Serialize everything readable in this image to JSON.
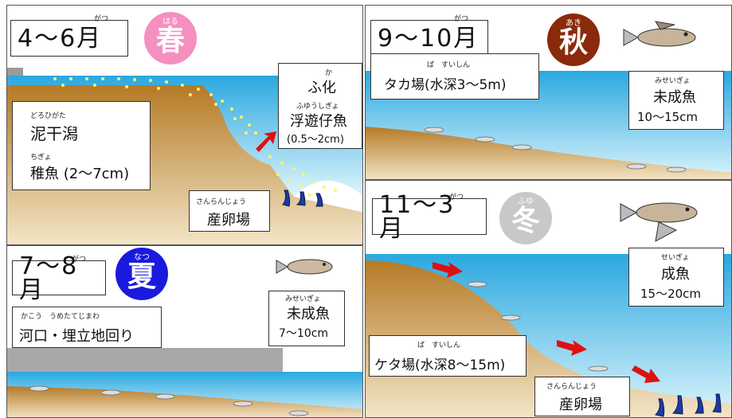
{
  "spring": {
    "month": "4〜6月",
    "month_furigana": "がつ",
    "season": "春",
    "season_furigana": "はる",
    "flat_furigana": "どろひがた",
    "flat": "泥干潟",
    "juvenile_furigana": "ちぎょ",
    "juvenile": "稚魚 (2〜7cm)",
    "hatch_furigana": "か",
    "hatch": "ふ化",
    "larva_furigana": "ふゆうしぎょ",
    "larva": "浮遊仔魚",
    "larva_size": "(0.5〜2cm)",
    "spawn_furigana": "さんらんじょう",
    "spawn": "産卵場"
  },
  "summer": {
    "month": "7〜8月",
    "month_furigana": "がつ",
    "season": "夏",
    "season_furigana": "なつ",
    "place_furigana": "かこう　うめたてじまわ",
    "place": "河口・埋立地回り",
    "fish_furigana": "みせいぎょ",
    "fish": "未成魚",
    "size": "7〜10cm"
  },
  "autumn": {
    "month": "9〜10月",
    "month_furigana": "がつ",
    "season": "秋",
    "season_furigana": "あき",
    "place_furigana": "ば　すいしん",
    "place": "タカ場(水深3〜5m)",
    "fish_furigana": "みせいぎょ",
    "fish": "未成魚",
    "size": "10〜15cm"
  },
  "winter": {
    "month": "11〜3月",
    "month_furigana": "がつ",
    "season": "冬",
    "season_furigana": "ふゆ",
    "fish_furigana": "せいぎょ",
    "fish": "成魚",
    "size": "15〜20cm",
    "place_furigana": "ば　すいしん",
    "place": "ケタ場(水深8〜15m)",
    "spawn_furigana": "さんらんじょう",
    "spawn": "産卵場"
  },
  "colors": {
    "spring": "#f58fc0",
    "summer": "#1a1adf",
    "autumn": "#8a2a0a",
    "winter": "#c8c8c8",
    "water": "#2fb3e8",
    "mud": "#c9933a",
    "larva": "#ffef6a",
    "arrow": "#e01010"
  }
}
